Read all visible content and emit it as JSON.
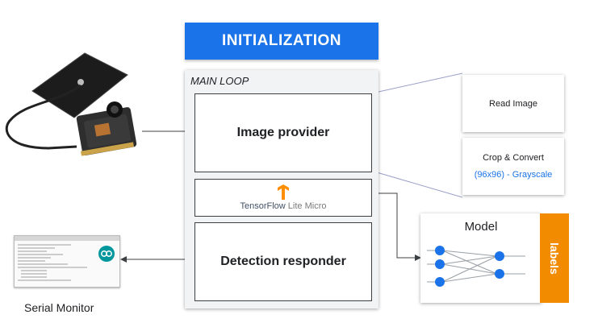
{
  "init_label": "INITIALIZATION",
  "main_loop_label": "MAIN LOOP",
  "image_provider": "Image provider",
  "tflite": {
    "brand": "TensorFlow",
    "suffix": " Lite Micro"
  },
  "detection_responder": "Detection responder",
  "read_image": "Read Image",
  "crop_convert": {
    "line1": "Crop & Convert",
    "line2": "(96x96) - Grayscale"
  },
  "model": {
    "title": "Model",
    "labels": "labels"
  },
  "serial_monitor": "Serial Monitor",
  "colors": {
    "blue": "#1a73e8",
    "orange": "#f28b00",
    "node": "#1a73e8"
  }
}
